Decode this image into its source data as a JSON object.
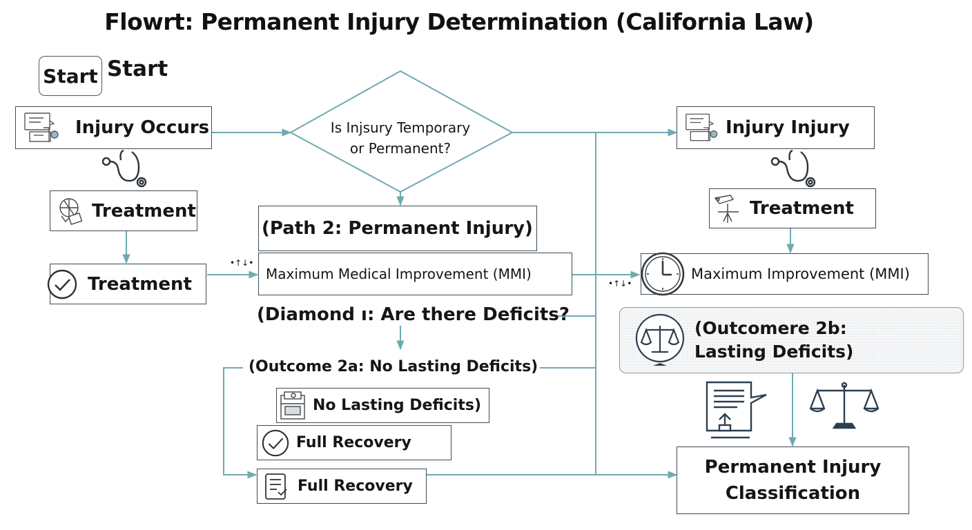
{
  "title": "Flowrt: Permanent Injury Determination (California Law)",
  "accent_color": "#6fa9b1",
  "start": {
    "box_label": "Start",
    "side_label": "Start"
  },
  "left_column": {
    "injury_occurs": "Injury Occurs",
    "treatment_1": "Treatment",
    "treatment_2": "Treatment"
  },
  "middle_column": {
    "decision": {
      "line1": "Is Injsury Temporary",
      "line2": "or Permanent?"
    },
    "path2": "(Path 2: Permanent Injury)",
    "mmi": "Maximum Medical Improvement (MMI)",
    "diamond1": "(Diamond ı: Are there Deficits?",
    "outcome2a": "(Outcome 2a: No Lasting Deficits)",
    "no_lasting": "No Lasting Deficits)",
    "full_recovery_1": "Full Recovery",
    "full_recovery_2": "Full Recovery"
  },
  "right_column": {
    "injury_injury": "Injury Injury",
    "treatment": "Treatment",
    "mmi": "Maximum Improvement (MMI)",
    "outcome2b": {
      "line1": "(Outcomere 2b:",
      "line2": "Lasting Deficits)"
    },
    "classification": {
      "line1": "Permanent Injury",
      "line2": "Classification"
    }
  },
  "edge_marks": {
    "mark_left": "•↑↓•",
    "mark_right": "•↑↓•"
  },
  "icons": {
    "injury_occurs": "report-icon",
    "stethoscope_left": "stethoscope-icon",
    "treatment_left": "bandage-icon",
    "treatment_check": "checkmark-circle-icon",
    "injury_injury": "report-icon",
    "stethoscope_right": "stethoscope-icon",
    "treatment_right": "crutch-icon",
    "mmi_right": "clock-icon",
    "outcome2b": "scales-icon",
    "document": "document-upload-icon",
    "scales_free": "scales-icon",
    "no_lasting": "folder-icon",
    "full_recovery_1": "checkmark-circle-icon",
    "full_recovery_2": "checklist-icon"
  }
}
